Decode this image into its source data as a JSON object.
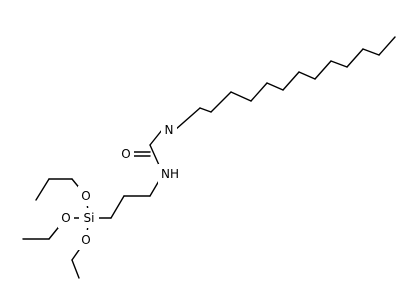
{
  "molecule": {
    "atoms": {
      "nitrogen_upper": "N",
      "nitrogen_lower": "NH",
      "carbonyl_oxygen": "O",
      "silicon": "Si",
      "ethoxy_oxygen_top": "O",
      "ethoxy_oxygen_left": "O",
      "ethoxy_oxygen_bottom": "O"
    }
  }
}
